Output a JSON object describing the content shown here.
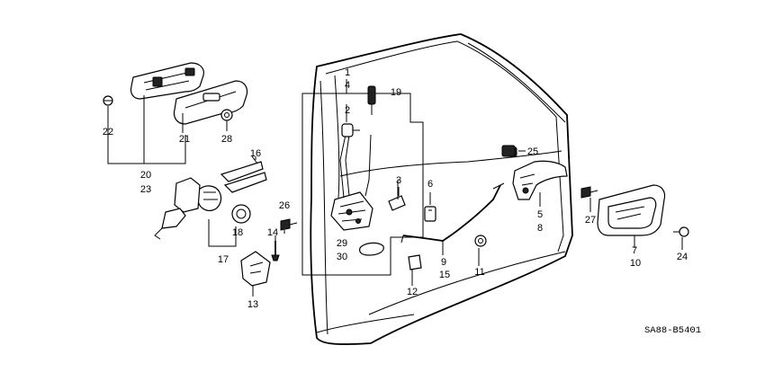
{
  "diagram": {
    "catalog_code": "SA88-B5401",
    "callouts": [
      {
        "id": "c1",
        "text": "1"
      },
      {
        "id": "c2",
        "text": "2"
      },
      {
        "id": "c3",
        "text": "3"
      },
      {
        "id": "c4",
        "text": "4"
      },
      {
        "id": "c5",
        "text": "5"
      },
      {
        "id": "c6",
        "text": "6"
      },
      {
        "id": "c7",
        "text": "7"
      },
      {
        "id": "c8",
        "text": "8"
      },
      {
        "id": "c9",
        "text": "9"
      },
      {
        "id": "c10",
        "text": "10"
      },
      {
        "id": "c11",
        "text": "11"
      },
      {
        "id": "c12",
        "text": "12"
      },
      {
        "id": "c13",
        "text": "13"
      },
      {
        "id": "c14",
        "text": "14"
      },
      {
        "id": "c15",
        "text": "15"
      },
      {
        "id": "c16",
        "text": "16"
      },
      {
        "id": "c17",
        "text": "17"
      },
      {
        "id": "c18",
        "text": "18"
      },
      {
        "id": "c19",
        "text": "19"
      },
      {
        "id": "c20",
        "text": "20"
      },
      {
        "id": "c21",
        "text": "21"
      },
      {
        "id": "c22",
        "text": "22"
      },
      {
        "id": "c23",
        "text": "23"
      },
      {
        "id": "c24",
        "text": "24"
      },
      {
        "id": "c25",
        "text": "25"
      },
      {
        "id": "c26",
        "text": "26"
      },
      {
        "id": "c27",
        "text": "27"
      },
      {
        "id": "c28",
        "text": "28"
      },
      {
        "id": "c29",
        "text": "29"
      },
      {
        "id": "c30",
        "text": "30"
      }
    ]
  }
}
